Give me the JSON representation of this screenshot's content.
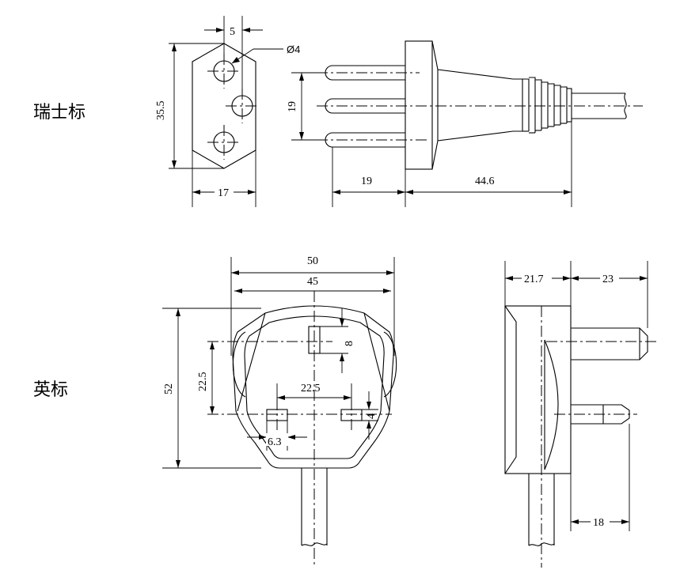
{
  "labels": {
    "swiss": "瑞士标",
    "uk": "英标"
  },
  "swiss_dims": {
    "pin_spacing_top": "5",
    "hole_diameter": "Ø4",
    "height": "35.5",
    "width": "17",
    "pin_pitch": "19",
    "pin_length": "19",
    "body_length": "44.6"
  },
  "uk_dims": {
    "outer_width": "50",
    "inner_width": "45",
    "height": "52",
    "earth_to_line": "22.5",
    "line_spacing": "22.5",
    "earth_pin": "8",
    "pin_height": "4",
    "pin_width": "6.3",
    "side_body": "21.7",
    "side_pin": "23",
    "side_lower_pin": "18"
  }
}
